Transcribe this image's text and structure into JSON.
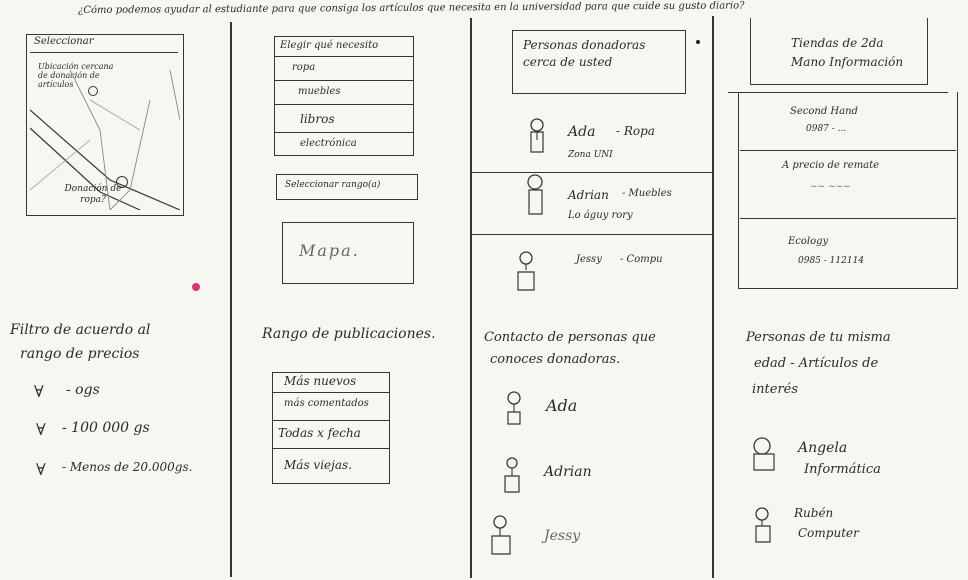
{
  "question": "¿Cómo podemos ayudar al estudiante para que consiga los artículos que necesita en la universidad para que cuide su gusto diario?",
  "panel1": {
    "select_label": "Seleccionar",
    "map_note": "Ubicación cercana de donación de artículos",
    "donation_label": "Donación de ropa?"
  },
  "panel2": {
    "select_need": "Elegir qué necesito",
    "options": [
      "ropa",
      "muebles",
      "libros",
      "electrónica"
    ],
    "select_range": "Seleccionar rango(a)",
    "map": "Mapa."
  },
  "panel3": {
    "header": "Personas donadoras cerca de usted",
    "people": [
      {
        "name": "Ada",
        "item": "- Ropa",
        "place": "Zona UNI"
      },
      {
        "name": "Adrian",
        "item": "- Muebles",
        "place": "Lo águy rory"
      },
      {
        "name": "Jessy",
        "item": "- Compu",
        "place": ""
      }
    ]
  },
  "panel4": {
    "header": "Tiendas de 2da Mano Información",
    "stores": [
      {
        "name": "Second Hand",
        "phone": "0987 - ..."
      },
      {
        "name": "A precio de remate",
        "phone": "~~ ~~~"
      },
      {
        "name": "Ecology",
        "phone": "0985 - 112114"
      }
    ]
  },
  "panel5": {
    "title_l1": "Filtro de acuerdo al",
    "title_l2": "rango de precios",
    "filters": [
      "- ogs",
      "- 100 000 gs",
      "- Menos de 20.000gs."
    ]
  },
  "panel6": {
    "title": "Rango de publicaciones.",
    "options": [
      "Más nuevos",
      "más comentados",
      "Todas x fecha",
      "Más viejas."
    ]
  },
  "panel7": {
    "title_l1": "Contacto de personas que",
    "title_l2": "conoces donadoras.",
    "names": [
      "Ada",
      "Adrian",
      "Jessy"
    ]
  },
  "panel8": {
    "title_l1": "Personas de tu misma",
    "title_l2": "edad - Artículos de",
    "title_l3": "interés",
    "people": [
      {
        "name": "Angela",
        "sub": "Informática"
      },
      {
        "name": "Rubén",
        "sub": "Computer"
      }
    ]
  },
  "colors": {
    "ink": "#2d2a2a",
    "paper": "#f7f6f1",
    "pink_dot": "#e0347a"
  }
}
